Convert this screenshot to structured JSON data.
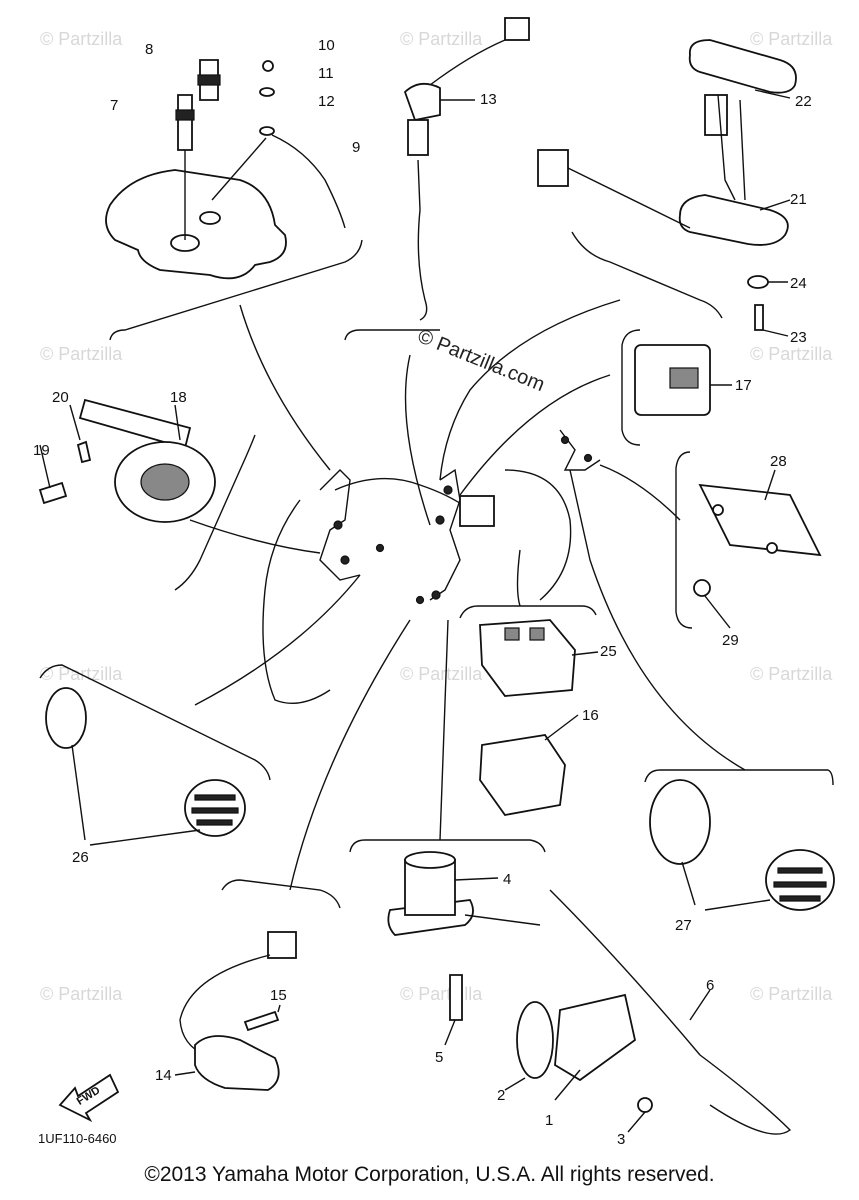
{
  "watermark": "© Partzilla",
  "center_watermark": "© Partzilla.com",
  "diagram_code": "1UF110-6460",
  "fwd_label": "FWD",
  "copyright": "©2013 Yamaha Motor Corporation, U.S.A. All rights reserved.",
  "callouts": [
    "1",
    "2",
    "3",
    "4",
    "5",
    "6",
    "7",
    "8",
    "9",
    "10",
    "11",
    "12",
    "13",
    "14",
    "15",
    "16",
    "17",
    "18",
    "19",
    "20",
    "21",
    "22",
    "23",
    "24",
    "25",
    "26",
    "27",
    "28",
    "29"
  ]
}
